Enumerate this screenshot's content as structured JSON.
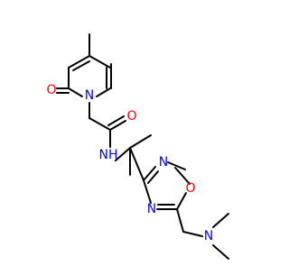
{
  "molecule": {
    "atom_labels": {
      "pyridone_n": "N",
      "pyridone_o": "O",
      "amide_o": "O",
      "amide_nh": "NH",
      "oxadiazole_n2": "N",
      "oxadiazole_n4": "N",
      "oxadiazole_o1": "O",
      "amine_n": "N"
    },
    "colors": {
      "carbon": "#000000",
      "nitrogen": "#0000ff",
      "oxygen": "#ff0000",
      "background": "#ffffff"
    }
  }
}
